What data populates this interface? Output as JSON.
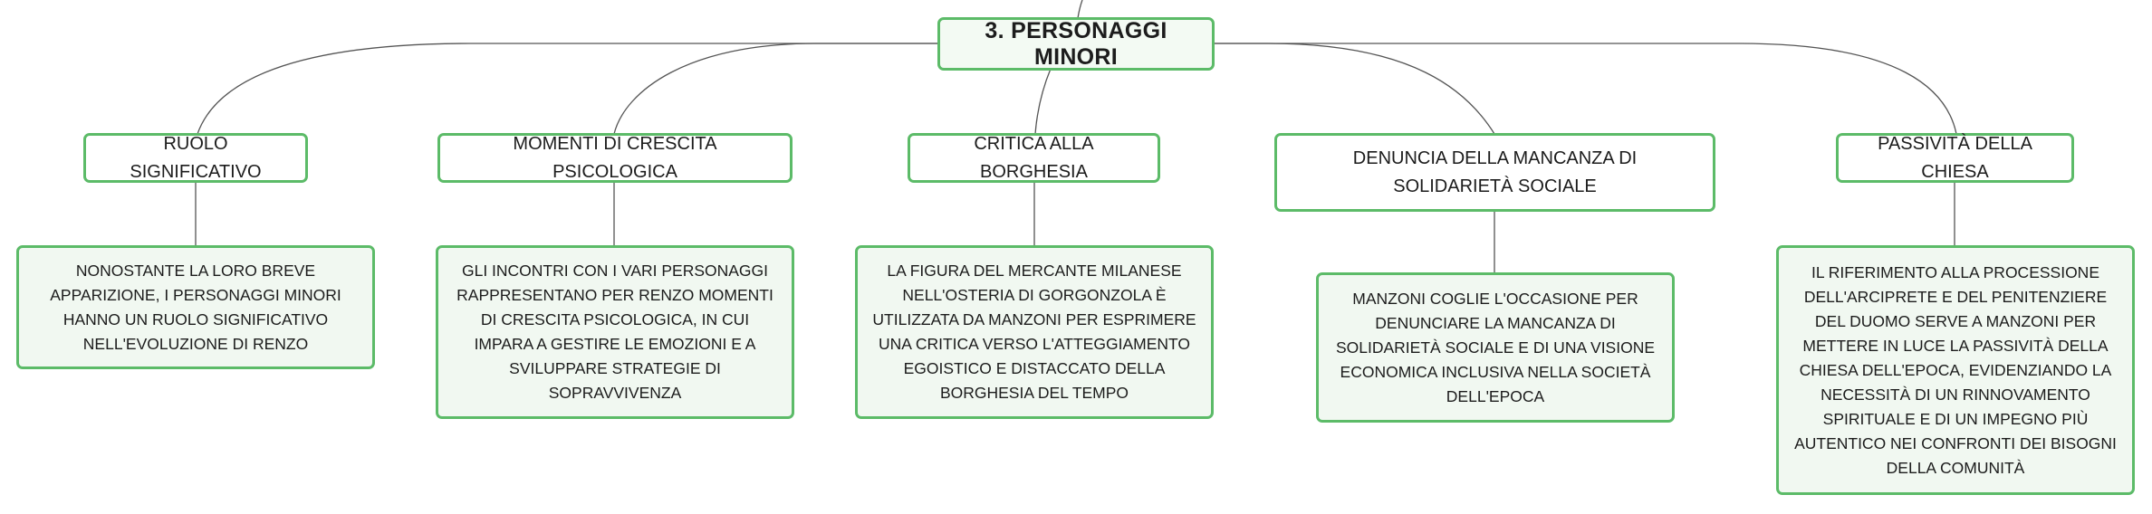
{
  "root": {
    "label": "3. PERSONAGGI MINORI"
  },
  "topics": [
    {
      "title": "RUOLO SIGNIFICATIVO",
      "detail": "NONOSTANTE LA LORO BREVE APPARIZIONE, I PERSONAGGI MINORI HANNO UN RUOLO SIGNIFICATIVO NELL'EVOLUZIONE DI RENZO"
    },
    {
      "title": "MOMENTI DI CRESCITA PSICOLOGICA",
      "detail": "GLI INCONTRI CON I VARI PERSONAGGI RAPPRESENTANO PER RENZO MOMENTI DI CRESCITA PSICOLOGICA, IN CUI IMPARA A GESTIRE LE EMOZIONI E A SVILUPPARE STRATEGIE DI SOPRAVVIVENZA"
    },
    {
      "title": "CRITICA ALLA BORGHESIA",
      "detail": "LA FIGURA DEL MERCANTE MILANESE NELL'OSTERIA DI GORGONZOLA È UTILIZZATA DA MANZONI PER ESPRIMERE UNA CRITICA VERSO L'ATTEGGIAMENTO EGOISTICO E DISTACCATO DELLA BORGHESIA DEL TEMPO"
    },
    {
      "title": "DENUNCIA DELLA MANCANZA DI SOLIDARIETÀ SOCIALE",
      "detail": "MANZONI COGLIE L'OCCASIONE PER DENUNCIARE LA MANCANZA DI SOLIDARIETÀ SOCIALE E DI UNA VISIONE ECONOMICA INCLUSIVA NELLA SOCIETÀ DELL'EPOCA"
    },
    {
      "title": "PASSIVITÀ DELLA CHIESA",
      "detail": "IL RIFERIMENTO ALLA PROCESSIONE DELL'ARCIPRETE E DEL PENITENZIERE DEL DUOMO SERVE A MANZONI PER METTERE IN LUCE LA PASSIVITÀ DELLA CHIESA DELL'EPOCA, EVIDENZIANDO LA NECESSITÀ DI UN RINNOVAMENTO SPIRITUALE E DI UN IMPEGNO PIÙ AUTENTICO NEI CONFRONTI DEI BISOGNI DELLA COMUNITÀ"
    }
  ]
}
